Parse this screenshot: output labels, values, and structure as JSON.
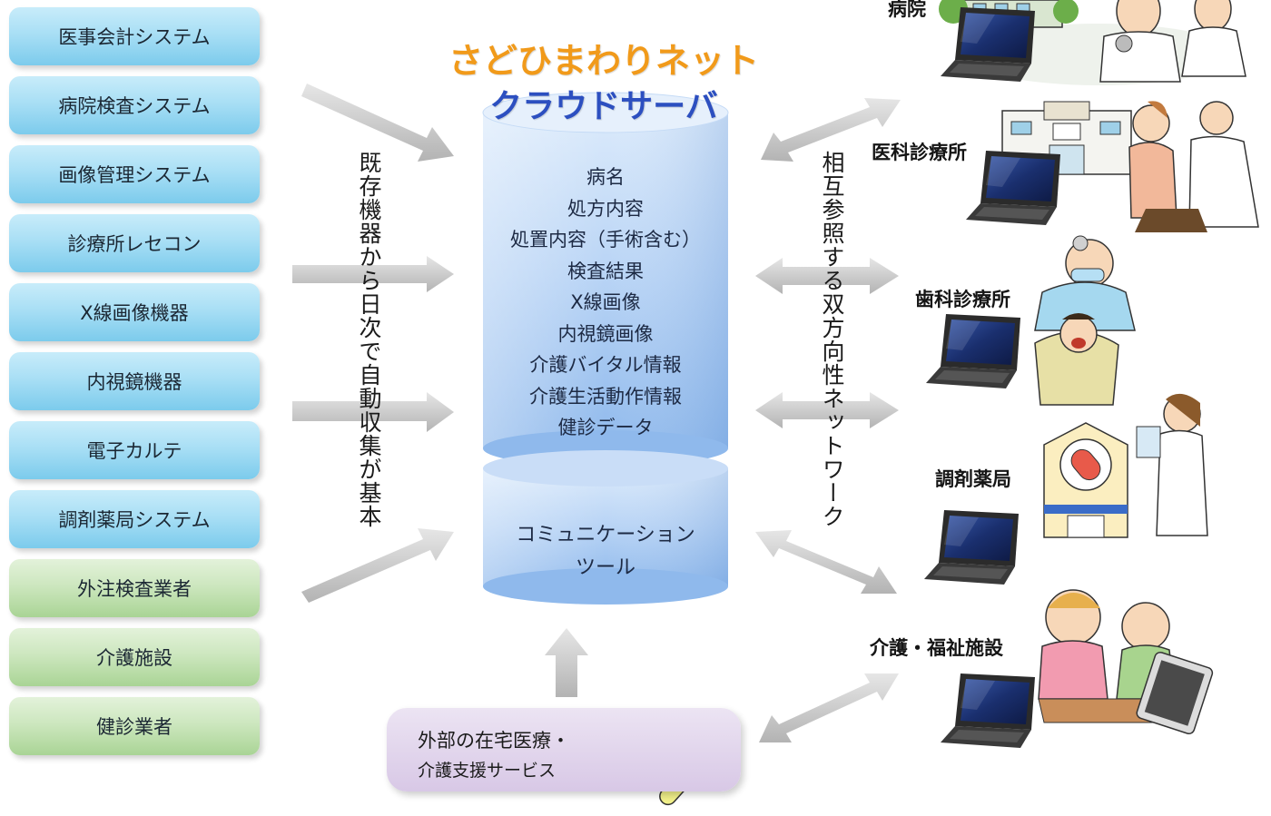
{
  "title": {
    "line1": "さどひまわりネット",
    "line2": "クラウドサーバ"
  },
  "sources": [
    {
      "label": "医事会計システム",
      "color": "blue"
    },
    {
      "label": "病院検査システム",
      "color": "blue"
    },
    {
      "label": "画像管理システム",
      "color": "blue"
    },
    {
      "label": "診療所レセコン",
      "color": "blue"
    },
    {
      "label": "X線画像機器",
      "color": "blue"
    },
    {
      "label": "内視鏡機器",
      "color": "blue"
    },
    {
      "label": "電子カルテ",
      "color": "blue"
    },
    {
      "label": "調剤薬局システム",
      "color": "blue"
    },
    {
      "label": "外注検査業者",
      "color": "green"
    },
    {
      "label": "介護施設",
      "color": "green"
    },
    {
      "label": "健診業者",
      "color": "green"
    }
  ],
  "left_caption": "既存機器から日次で自動収集が基本",
  "right_caption": "相互参照する双方向性ネットワーク",
  "database": {
    "items": [
      "病名",
      "処方内容",
      "処置内容（手術含む）",
      "検査結果",
      "X線画像",
      "内視鏡画像",
      "介護バイタル情報",
      "介護生活動作情報",
      "健診データ"
    ],
    "tool_line1": "コミュニケーション",
    "tool_line2": "ツール"
  },
  "facilities": {
    "hospital": "病院",
    "clinic": "医科診療所",
    "dental": "歯科診療所",
    "pharmacy": "調剤薬局",
    "care": "介護・福祉施設"
  },
  "external": {
    "line1": "外部の在宅医療・",
    "line2": "介護支援サービス"
  },
  "colors": {
    "title1": "#f19a1a",
    "title2": "#2c4fc0",
    "blue_box": "#a9dff5",
    "green_box": "#cde7bf",
    "database": "#9cc4ef",
    "external_box": "#d8c8e6",
    "arrow": "#c8c8c8"
  },
  "icons": [
    "laptop-icon",
    "hospital-building-icon",
    "doctor-icon",
    "nurse-icon",
    "dentist-icon",
    "pharmacist-icon",
    "pharmacy-building-icon",
    "care-residents-icon",
    "tablet-icon",
    "blood-pressure-monitor-icon",
    "thermometer-icon"
  ]
}
